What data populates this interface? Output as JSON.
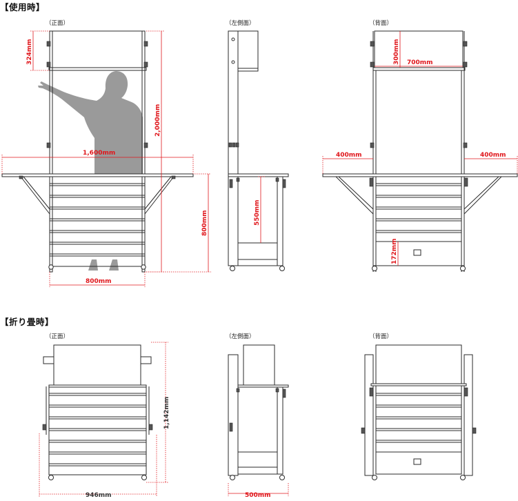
{
  "sections": {
    "in_use": "【使用時】",
    "folded": "【折り畳時】"
  },
  "views": {
    "front": "（正面）",
    "left_side": "（左側面）",
    "back": "（背面）"
  },
  "dimensions_in_use": {
    "canopy_height": "324mm",
    "total_height": "2,000mm",
    "open_width": "1,600mm",
    "body_width": "800mm",
    "counter_height": "800mm",
    "inner_height": "550mm",
    "canopy_depth": "300mm",
    "canopy_width": "700mm",
    "wing_left": "400mm",
    "wing_right": "400mm",
    "drawer_height": "172mm"
  },
  "dimensions_folded": {
    "folded_height": "1,142mm",
    "folded_width": "946mm",
    "folded_depth": "500mm"
  },
  "colors": {
    "dimension_red": "#e0161b",
    "outline": "#2a2a2a",
    "silhouette": "#9a9a9a"
  }
}
